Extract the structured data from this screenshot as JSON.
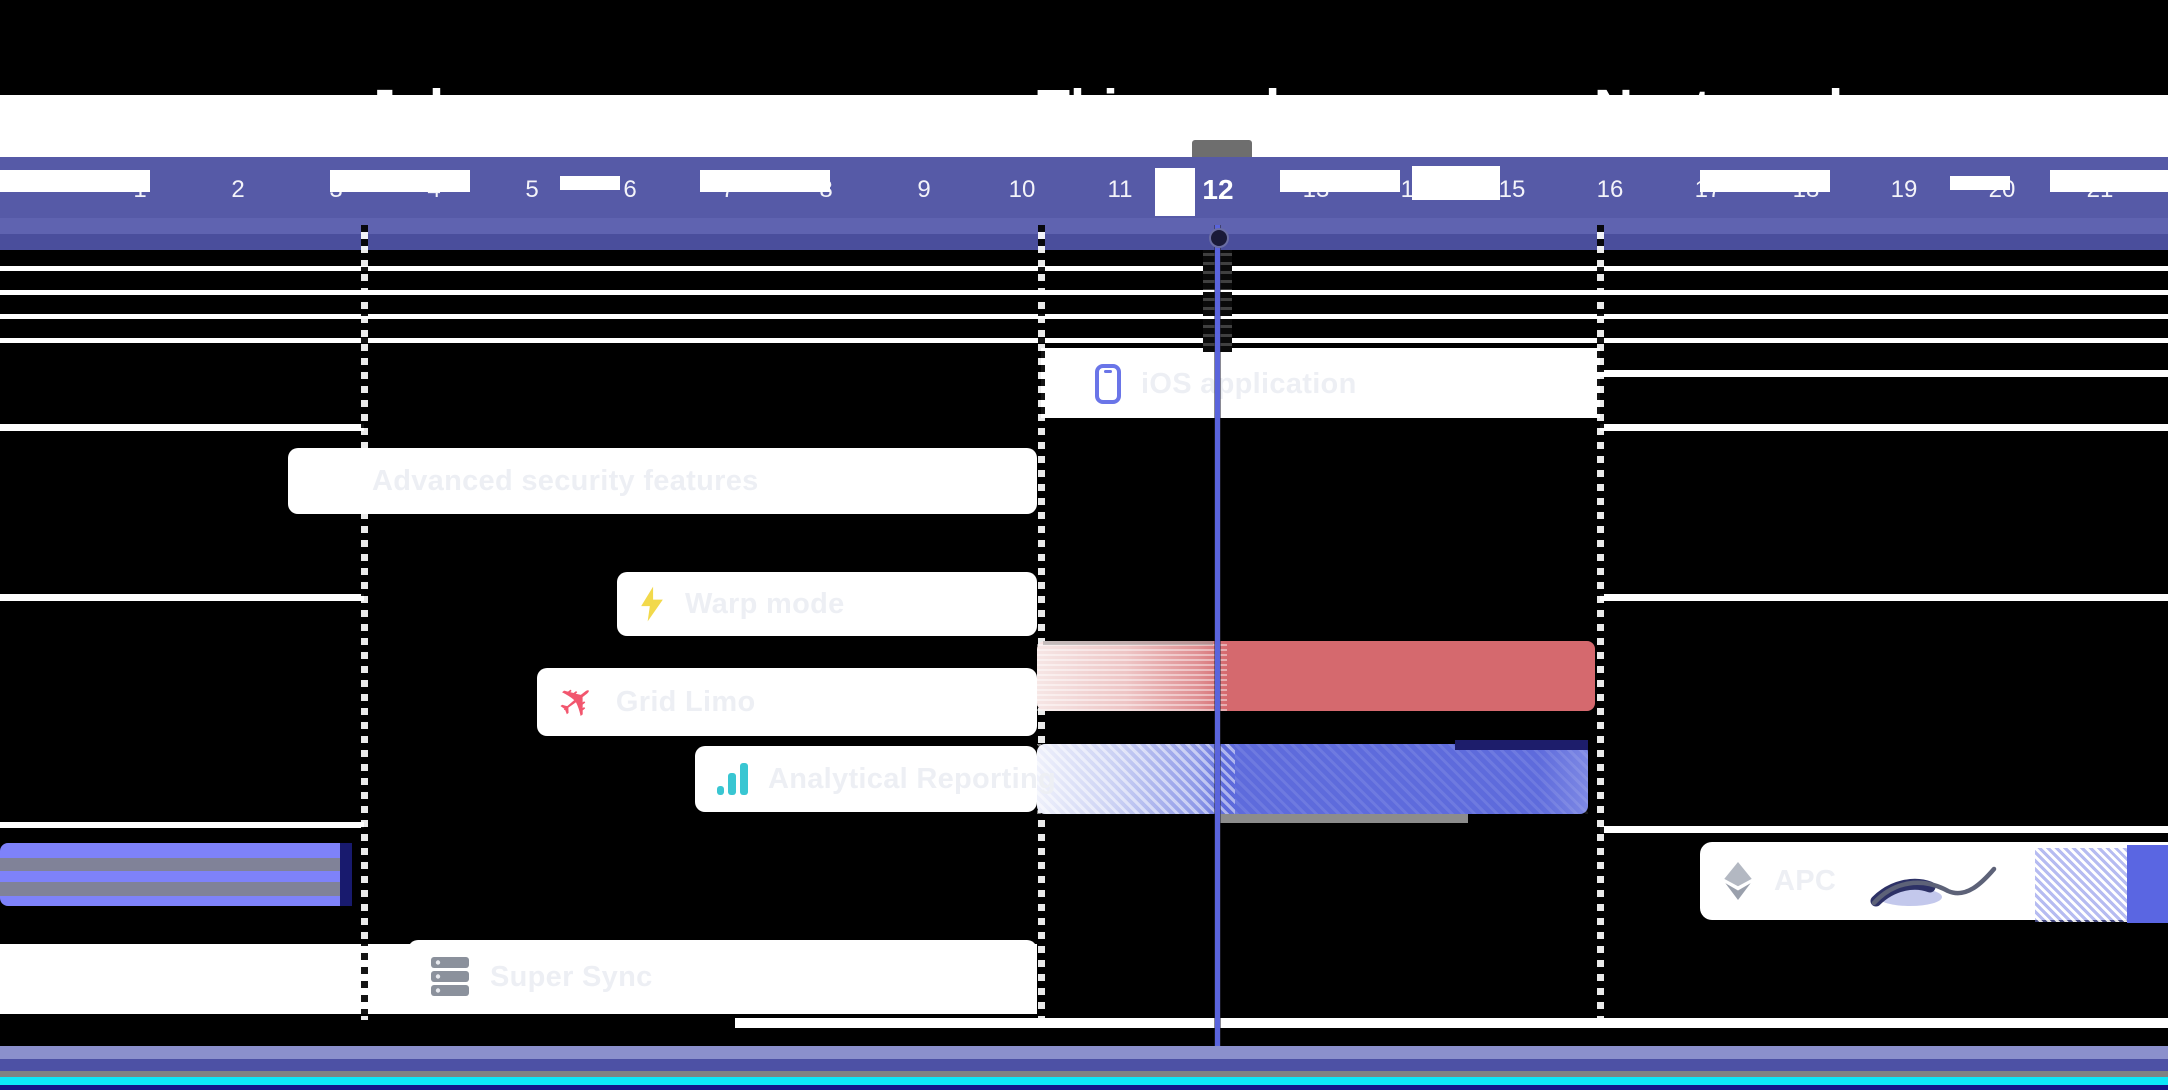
{
  "timeline": {
    "section_labels": [
      {
        "label": "July"
      },
      {
        "label": "This week"
      },
      {
        "label": "Next week"
      }
    ],
    "days": {
      "start": 1,
      "end": 21,
      "today": 12,
      "today_label": "12"
    }
  },
  "tasks": [
    {
      "name": "iOS application",
      "icon": "phone-icon"
    },
    {
      "name": "Advanced security features",
      "icon": null
    },
    {
      "name": "Warp mode",
      "icon": "lightning-icon"
    },
    {
      "name": "Grid Limo",
      "icon": "plane-icon"
    },
    {
      "name": "Analytical Reporting",
      "icon": "bar-chart-icon"
    },
    {
      "name": "APC",
      "icon": "layers-icon"
    },
    {
      "name": "Super Sync",
      "icon": "server-icon"
    }
  ],
  "bars": [
    {
      "task": "Grid Limo",
      "color": "#d5696e",
      "state": "left-half-faded"
    },
    {
      "task": "Analytical Reporting",
      "color": "#5e6bdc",
      "state": "left-half-faded"
    },
    {
      "task": "unlabeled-left-lane",
      "color": "#7e82fa",
      "state": "striped-glitch"
    }
  ],
  "colors": {
    "band": "#565aa7",
    "today_line": "#5a64dc",
    "phone_icon": "#6a75e8",
    "bolt_icon": "#f2d94b",
    "plane_icon": "#f2566e",
    "chart_icon": "#39c6d2",
    "red_bar": "#d5696e",
    "blue_bar": "#5e6bdc",
    "purple_bar": "#7e82fa",
    "cyan_stripe": "#0ce7f9"
  }
}
